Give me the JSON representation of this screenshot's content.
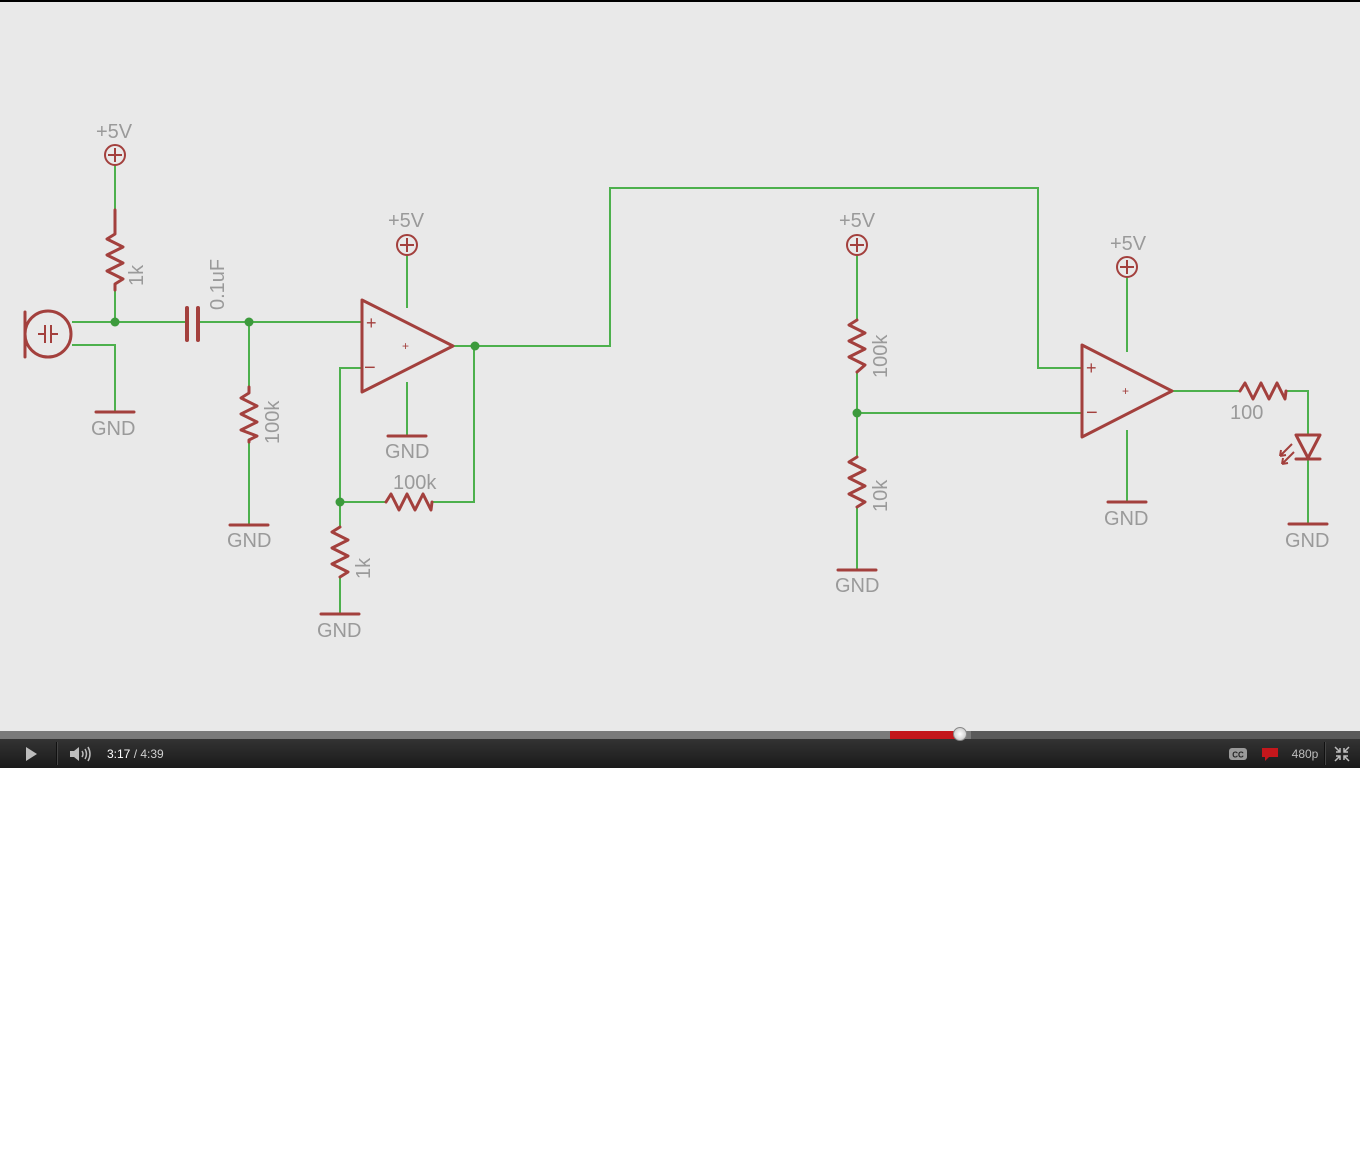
{
  "schematic": {
    "labels": {
      "vcc_mic": "+5V",
      "r_bias": "1k",
      "gnd_mic": "GND",
      "cap": "0.1uF",
      "r_bleed": "100k",
      "gnd_bleed": "GND",
      "vcc_op1": "+5V",
      "gnd_op1": "GND",
      "r_feedback": "100k",
      "r_gain": "1k",
      "gnd_gain": "GND",
      "vcc_div": "+5V",
      "r_div_top": "100k",
      "r_div_bottom": "10k",
      "gnd_div": "GND",
      "vcc_op2": "+5V",
      "gnd_op2": "GND",
      "r_led": "100",
      "gnd_led": "GND"
    }
  },
  "player": {
    "time_current": "3:17",
    "time_separator": " / ",
    "time_total": "4:39",
    "quality": "480p",
    "progress_played_fraction": 0.706,
    "progress_buffered_fraction": 0.714,
    "icons": {
      "play": "play-icon",
      "volume": "volume-icon",
      "captions": "captions-icon",
      "annotations": "annotations-icon",
      "fullscreen": "exit-fullscreen-icon"
    },
    "colors": {
      "progress_played": "#c4171c",
      "wire": "#4db04d",
      "component": "#a3403d"
    }
  }
}
